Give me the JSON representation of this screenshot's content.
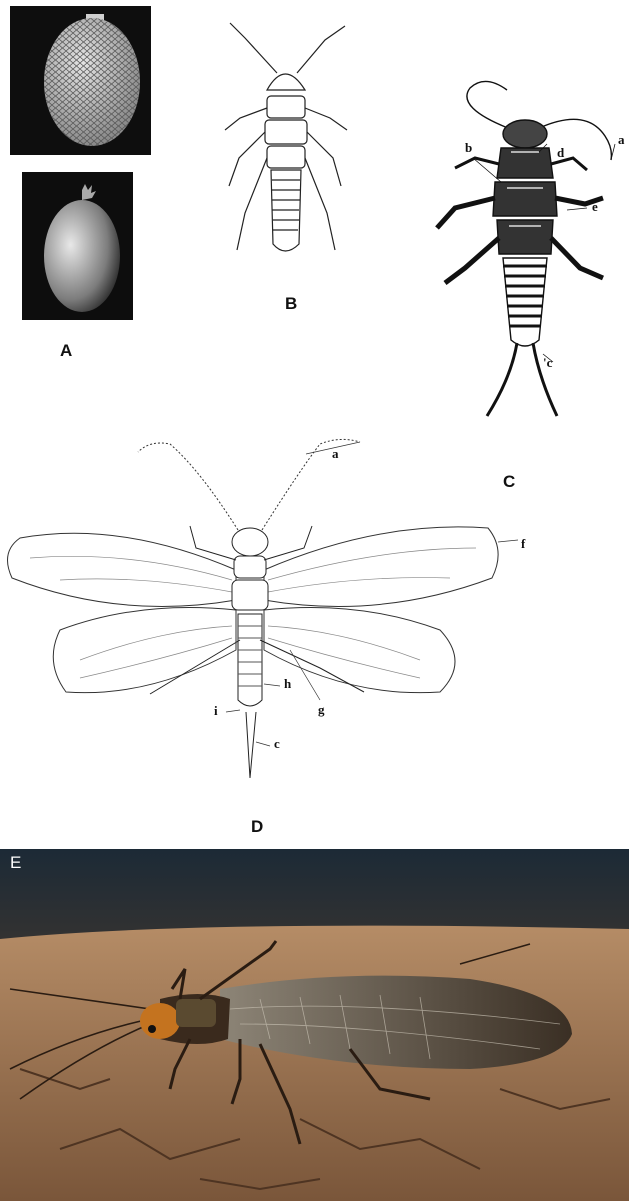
{
  "panels": {
    "a_label": "A",
    "b_label": "B",
    "c_label": "C",
    "d_label": "D",
    "e_label": "E"
  },
  "callouts_c": {
    "a": "a",
    "b": "b",
    "c": "'c",
    "d": "d",
    "e": "e"
  },
  "callouts_d": {
    "a": "a",
    "f": "f",
    "h": "h",
    "g": "g",
    "i": "i",
    "c": "c"
  },
  "colors": {
    "ink": "#111111",
    "photo_background": "#3b3530",
    "bark": "#a9825f",
    "insect_body": "#3a2a1d",
    "insect_head": "#c4731f"
  }
}
